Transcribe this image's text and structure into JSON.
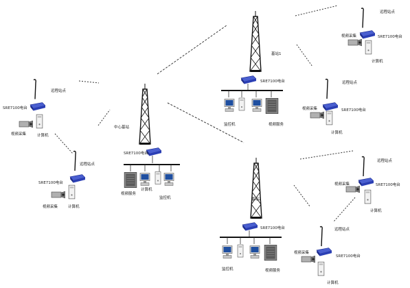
{
  "nodes": {
    "center": {
      "label": "中心基站",
      "radio": "SRE7100电台",
      "devices": [
        "视频服务",
        "计算机",
        "监控机"
      ]
    },
    "base1": {
      "label": "基站1",
      "radio": "SRE7100电台",
      "devices": [
        "监控机",
        "",
        "视频服务"
      ]
    },
    "base2": {
      "label": "基站2",
      "radio": "SRE7100电台",
      "devices": [
        "监控机",
        "",
        "视频服务"
      ]
    },
    "left_remote1": {
      "label": "远程站点",
      "radio": "SRE7100电台",
      "camera": "视频采集",
      "pc": "计算机"
    },
    "left_remote2": {
      "label": "远程站点",
      "radio": "SRE7100电台",
      "camera": "视频采集",
      "pc": "计算机"
    },
    "tr_remote1": {
      "label": "远程站点",
      "radio": "SRE7100电台",
      "camera": "视频采集",
      "pc": "计算机"
    },
    "tr_remote2": {
      "label": "远程站点",
      "radio": "SRE7100电台",
      "camera": "视频采集",
      "pc": "计算机"
    },
    "br_remote1": {
      "label": "远程站点",
      "radio": "SRE7100电台",
      "camera": "视频采集",
      "pc": "计算机"
    },
    "br_remote2": {
      "label": "远程站点",
      "radio": "SRE7100电台",
      "camera": "视频采集",
      "pc": "计算机"
    }
  },
  "colors": {
    "radio": "#2b3fb5",
    "line": "#333333",
    "screen": "#1f4fa0"
  }
}
